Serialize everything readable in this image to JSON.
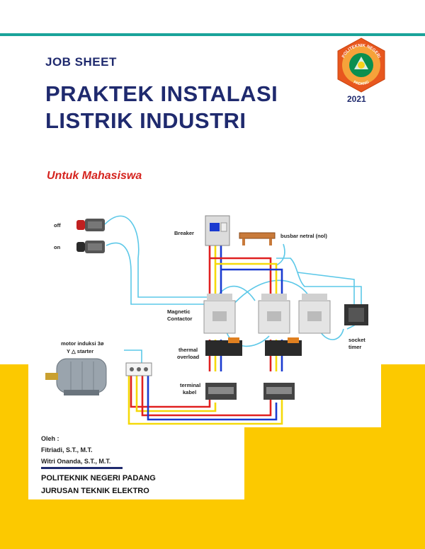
{
  "cover": {
    "kicker": "JOB SHEET",
    "title_line1": "PRAKTEK INSTALASI",
    "title_line2": "LISTRIK INDUSTRI",
    "subtitle": "Untuk Mahasiswa",
    "year": "2021"
  },
  "logo": {
    "name": "Politeknik Negeri Padang",
    "top_text": "POLITEKNIK NEGERI",
    "bottom_text": "PADANG",
    "ring_color": "#e8571e",
    "inner_color": "#0a8f4f"
  },
  "diagram": {
    "labels": {
      "off": "off",
      "on": "on",
      "breaker": "Breaker",
      "busbar": "busbar netral (nol)",
      "contactor": "Magnetic Contactor",
      "contactor_l1": "Magnetic",
      "contactor_l2": "Contactor",
      "motor_l1": "motor  induksi  3ø",
      "motor_l2": "Y △  starter",
      "thermal_l1": "thermal",
      "thermal_l2": "overload",
      "terminal_l1": "terminal",
      "terminal_l2": "kabel",
      "socket_l1": "socket",
      "socket_l2": "timer"
    },
    "wire_colors": {
      "red": "#e02020",
      "yellow": "#f5d90a",
      "blue": "#1a3ad0",
      "cyan": "#5cc8e8"
    }
  },
  "authors": {
    "by": "Oleh :",
    "author1": "Fitriadi, S.T., M.T.",
    "author2": "Witri Onanda, S.T., M.T."
  },
  "institution": {
    "line1": "POLITEKNIK NEGERI PADANG",
    "line2": "JURUSAN TEKNIK ELEKTRO"
  },
  "colors": {
    "navy": "#1f2a6e",
    "teal": "#1aa39a",
    "yellow": "#fcc900",
    "red": "#d5241f"
  }
}
